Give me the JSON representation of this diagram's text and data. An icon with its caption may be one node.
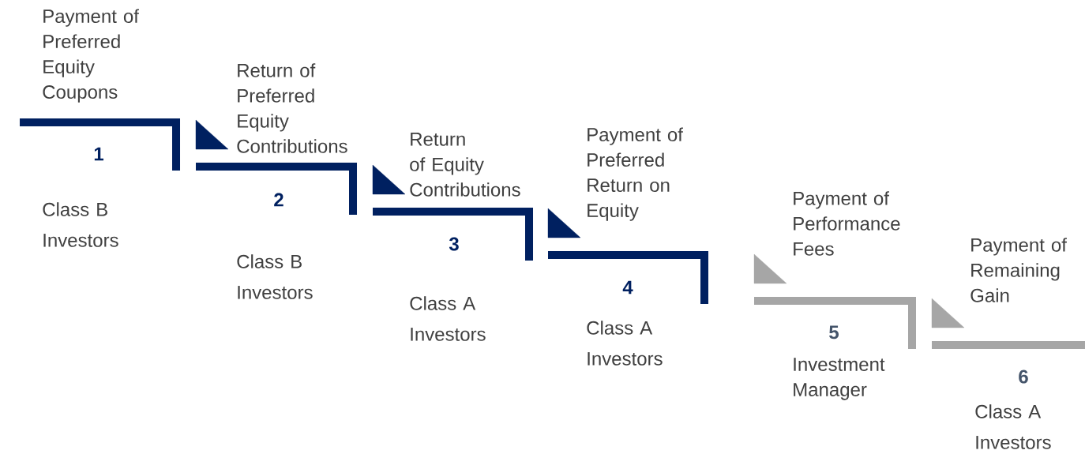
{
  "diagram": {
    "nodes": [
      {
        "text": [
          "Payment of Preferred Equity Coupons",
          "1",
          "Class B Investors"
        ]
      },
      {
        "text": [
          "Return of Preferred Equity Contributions",
          "2",
          "Class B Investors"
        ]
      },
      {
        "text": [
          "Return of Equity Contributions",
          "3",
          "Class A Investors"
        ]
      },
      {
        "text": [
          "Payment of Preferred Return on Equity",
          "4",
          "Class A Investors"
        ]
      },
      {
        "text": [
          "Payment of Performance Fees",
          "5",
          "Investment Manager"
        ]
      },
      {
        "text": [
          "Payment of Remaining Gain",
          "6",
          "Class A Investors"
        ]
      }
    ],
    "edges": [
      {
        "from": 0,
        "to": 1,
        "arrow": "to"
      },
      {
        "from": 1,
        "to": 2,
        "arrow": "to"
      },
      {
        "from": 2,
        "to": 3,
        "arrow": "to"
      },
      {
        "from": 3,
        "to": 4,
        "arrow": "to",
        "color": "#a6a6a6"
      },
      {
        "from": 4,
        "to": 5,
        "arrow": "to",
        "color": "#a6a6a6"
      }
    ]
  }
}
